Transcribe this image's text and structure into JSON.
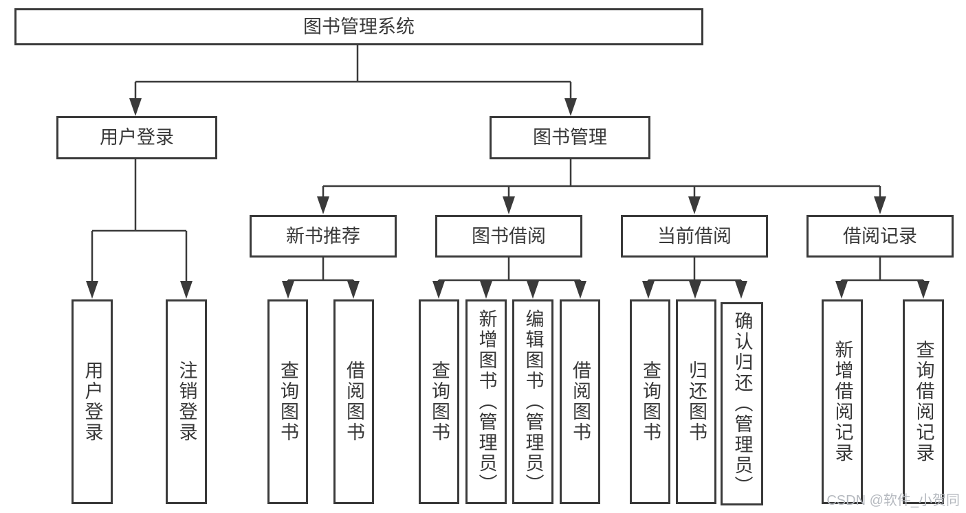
{
  "diagram": {
    "type": "hierarchy-tree",
    "colors": {
      "line": "#3a3a3a",
      "box_border": "#3a3a3a",
      "text": "#383838",
      "background": "#ffffff",
      "watermark": "#b5b9bf"
    }
  },
  "tree": {
    "root_label": "图书管理系统",
    "branches": [
      {
        "label": "用户登录",
        "leaves": [
          "用户登录",
          "注销登录"
        ]
      },
      {
        "label": "图书管理",
        "groups": [
          {
            "label": "新书推荐",
            "leaves": [
              "查询图书",
              "借阅图书"
            ]
          },
          {
            "label": "图书借阅",
            "leaves": [
              "查询图书",
              "新增图书（管理员）",
              "编辑图书（管理员）",
              "借阅图书"
            ]
          },
          {
            "label": "当前借阅",
            "leaves": [
              "查询图书",
              "归还图书",
              "确认归还（管理员）"
            ]
          },
          {
            "label": "借阅记录",
            "leaves": [
              "新增借阅记录",
              "查询借阅记录"
            ]
          }
        ]
      }
    ]
  },
  "watermark": "CSDN @软件_小贺同学"
}
